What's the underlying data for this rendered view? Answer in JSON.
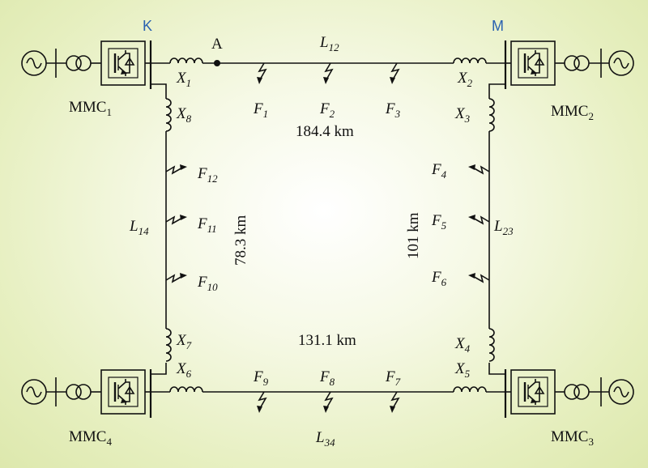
{
  "nodes": {
    "K": "K",
    "M": "M",
    "A": "A"
  },
  "converters": [
    {
      "id": "MMC",
      "sub": "1"
    },
    {
      "id": "MMC",
      "sub": "2"
    },
    {
      "id": "MMC",
      "sub": "3"
    },
    {
      "id": "MMC",
      "sub": "4"
    }
  ],
  "reactors": [
    {
      "id": "X",
      "sub": "1"
    },
    {
      "id": "X",
      "sub": "2"
    },
    {
      "id": "X",
      "sub": "3"
    },
    {
      "id": "X",
      "sub": "4"
    },
    {
      "id": "X",
      "sub": "5"
    },
    {
      "id": "X",
      "sub": "6"
    },
    {
      "id": "X",
      "sub": "7"
    },
    {
      "id": "X",
      "sub": "8"
    }
  ],
  "lines": [
    {
      "id": "L",
      "sub": "12",
      "length": "184.4 km"
    },
    {
      "id": "L",
      "sub": "23",
      "length": "101 km"
    },
    {
      "id": "L",
      "sub": "34",
      "length": "131.1 km"
    },
    {
      "id": "L",
      "sub": "14",
      "length": "78.3 km"
    }
  ],
  "faults": [
    {
      "id": "F",
      "sub": "1"
    },
    {
      "id": "F",
      "sub": "2"
    },
    {
      "id": "F",
      "sub": "3"
    },
    {
      "id": "F",
      "sub": "4"
    },
    {
      "id": "F",
      "sub": "5"
    },
    {
      "id": "F",
      "sub": "6"
    },
    {
      "id": "F",
      "sub": "7"
    },
    {
      "id": "F",
      "sub": "8"
    },
    {
      "id": "F",
      "sub": "9"
    },
    {
      "id": "F",
      "sub": "10"
    },
    {
      "id": "F",
      "sub": "11"
    },
    {
      "id": "F",
      "sub": "12"
    }
  ]
}
